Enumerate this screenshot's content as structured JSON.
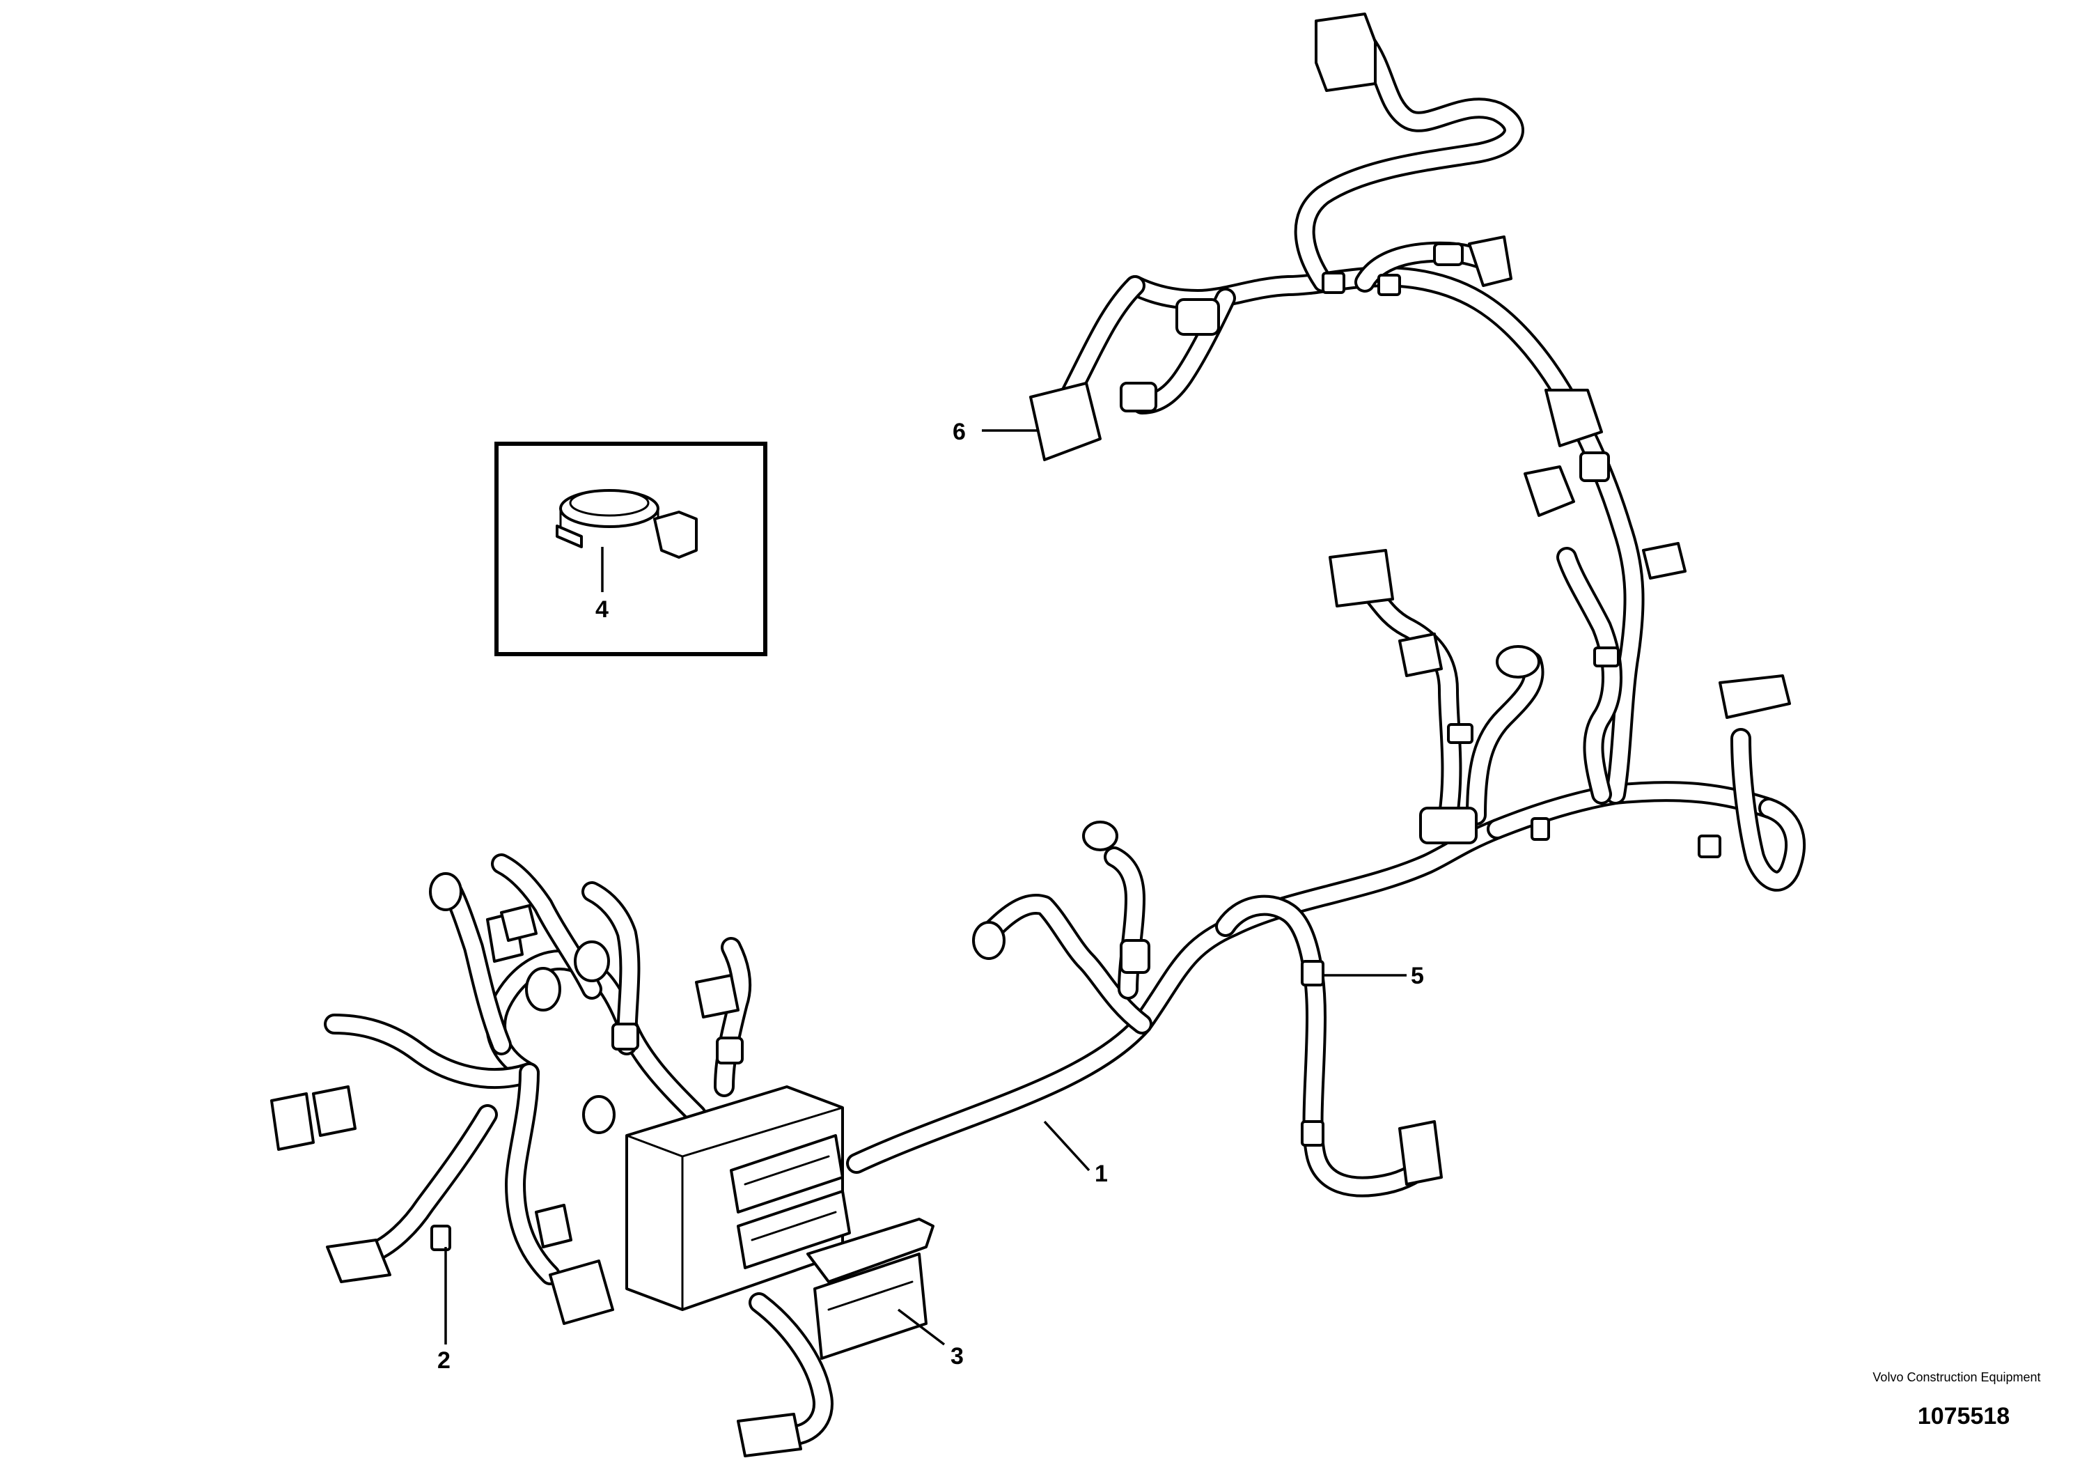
{
  "callouts": {
    "c1": "1",
    "c2": "2",
    "c3": "3",
    "c4": "4",
    "c5": "5",
    "c6": "6"
  },
  "publisher": "Volvo Construction Equipment",
  "figure_number": "1075518"
}
